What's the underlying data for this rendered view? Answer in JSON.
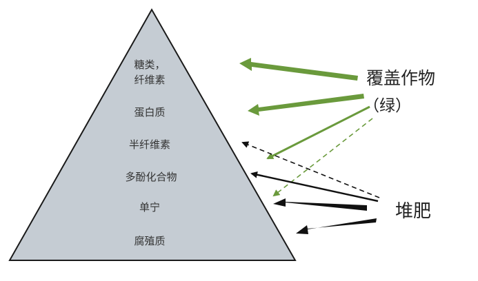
{
  "pyramid": {
    "fill": "#c5ccd3",
    "stroke": "#1a1a1a",
    "levels": [
      {
        "label": "糖类，\n纤维素"
      },
      {
        "label": "蛋白质"
      },
      {
        "label": "半纤维素"
      },
      {
        "label": "多酚化合物"
      },
      {
        "label": "单宁"
      },
      {
        "label": "腐殖质"
      }
    ]
  },
  "sources": {
    "cover_crop": {
      "label": "覆盖作物",
      "sublabel": "（绿）",
      "color": "#6a9a3c"
    },
    "compost": {
      "label": "堆肥",
      "color": "#111111"
    }
  }
}
